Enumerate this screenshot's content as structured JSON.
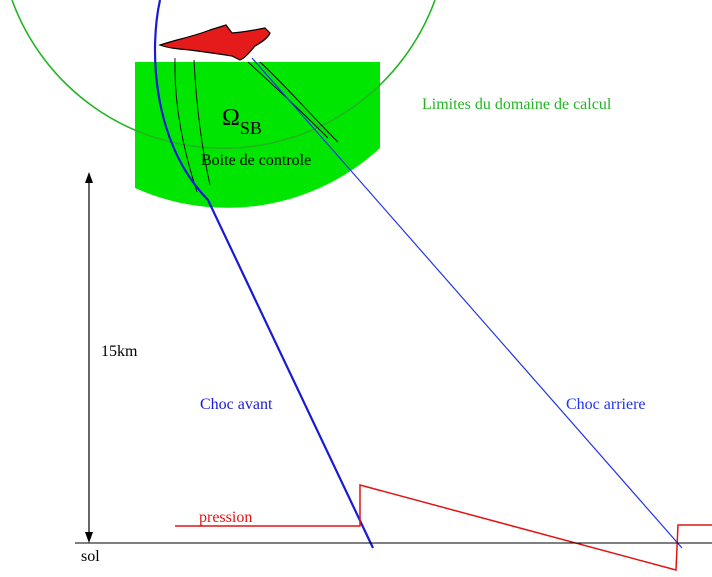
{
  "labels": {
    "domain_limits": "Limites du domaine de calcul",
    "omega_symbol": "Ω",
    "omega_subscript": "SB",
    "control_box": "Boite de controle",
    "altitude": "15km",
    "front_shock": "Choc avant",
    "rear_shock": "Choc arriere",
    "pressure": "pression",
    "ground": "sol"
  },
  "colors": {
    "domain_boundary": "#22b522",
    "control_box_fill": "#00e600",
    "front_shock": "#1a1ad6",
    "rear_shock": "#2233ee",
    "pressure_signal": "#e21414",
    "aircraft_fill": "#e51b1b",
    "ground_line": "#000000",
    "text": "#000000"
  }
}
